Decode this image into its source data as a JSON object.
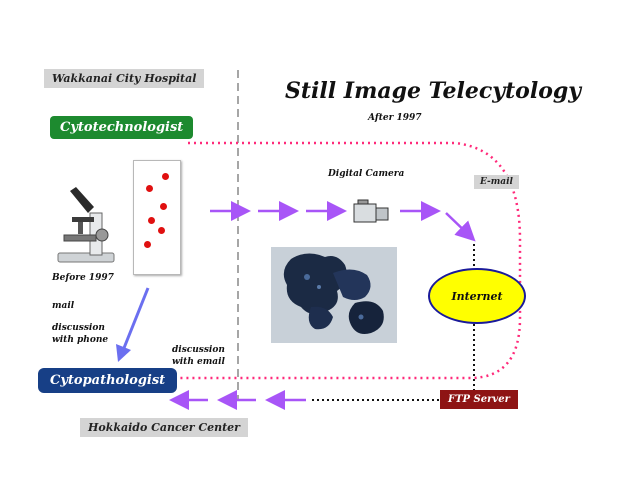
{
  "diagram": {
    "title": "Still Image Telecytology",
    "subtitle": "After 1997",
    "locations": {
      "top": "Wakkanai City Hospital",
      "bottom": "Hokkaido Cancer Center"
    },
    "roles": {
      "top": "Cytotechnologist",
      "bottom": "Cytopathologist"
    },
    "labels": {
      "before": "Before 1997",
      "mail": "mail",
      "discussion_phone_1": "discussion",
      "discussion_phone_2": "with phone",
      "discussion_email_1": "discussion",
      "discussion_email_2": "with email",
      "camera": "Digital Camera",
      "email": "E-mail"
    },
    "nodes": {
      "internet": "Internet",
      "ftp": "FTP Server"
    },
    "colors": {
      "flow_arrow": "#a855f7",
      "email_path": "#ff2a7a",
      "manual_arrow": "#6b6ff0",
      "internet_fill": "#ffff00",
      "ftp_fill": "#8e1414",
      "role_top": "#1d8a2f",
      "role_bottom": "#173f86"
    }
  }
}
